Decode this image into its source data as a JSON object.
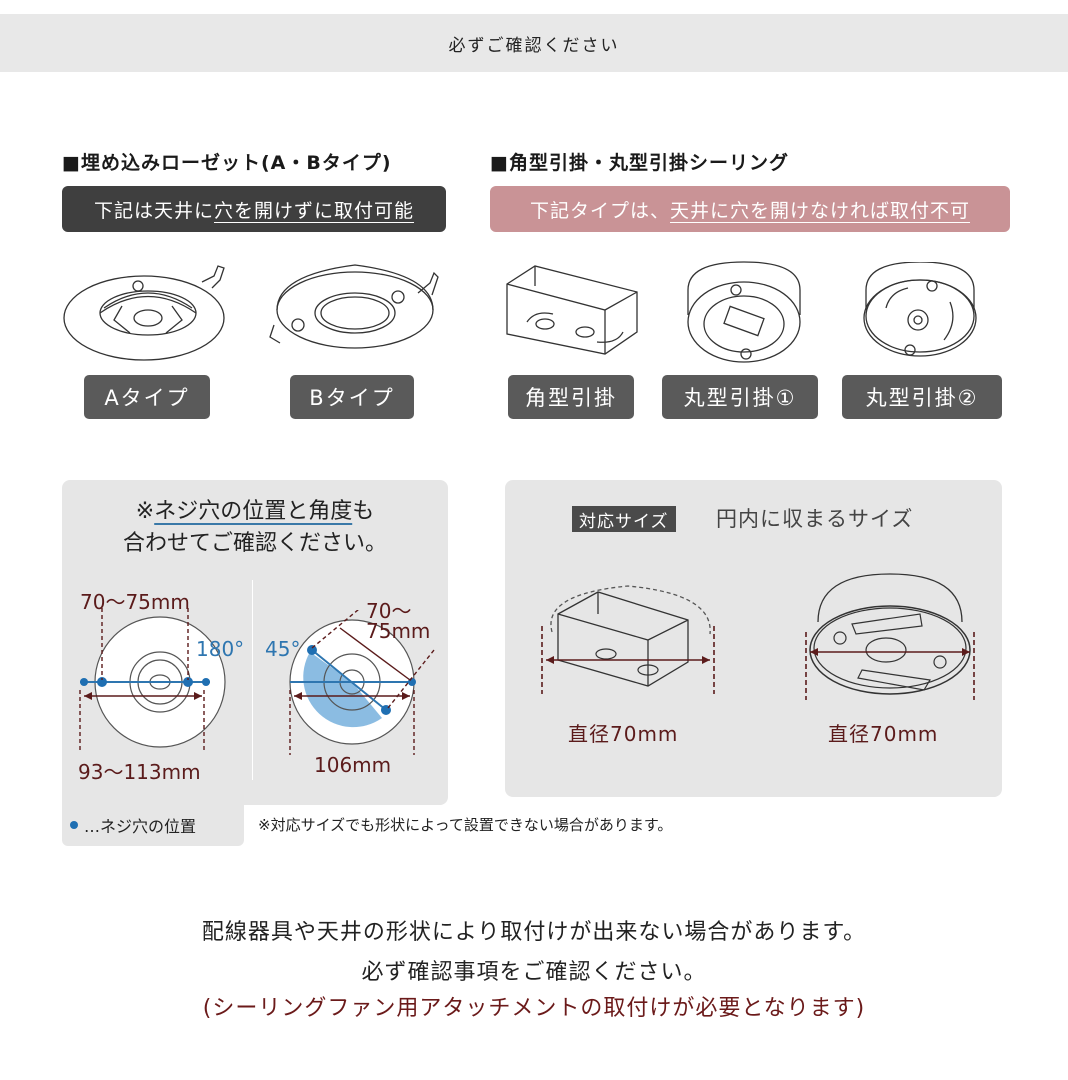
{
  "banner": {
    "title": "必ずご確認ください"
  },
  "left_section": {
    "title": "■埋め込みローゼット(A・Bタイプ)",
    "notice_prefix": "下記は天井に",
    "notice_underlined": "穴を開けずに取付可能",
    "types": [
      {
        "label": "Aタイプ",
        "icon": "embedded-rosette-a-illustration"
      },
      {
        "label": "Bタイプ",
        "icon": "embedded-rosette-b-illustration"
      }
    ]
  },
  "right_section": {
    "title": "■角型引掛・丸型引掛シーリング",
    "notice_prefix": "下記タイプは、",
    "notice_underlined": "天井に穴を開けなければ取付不可",
    "types": [
      {
        "label": "角型引掛",
        "icon": "square-hook-ceiling-illustration"
      },
      {
        "label": "丸型引掛①",
        "icon": "round-hook-ceiling-1-illustration"
      },
      {
        "label": "丸型引掛②",
        "icon": "round-hook-ceiling-2-illustration"
      }
    ]
  },
  "screw_panel": {
    "note_line1_prefix": "※",
    "note_line1_underlined": "ネジ穴の位置と角度",
    "note_line1_suffix": "も",
    "note_line2": "合わせてご確認ください。",
    "diagram_180": {
      "hole_spacing": "70〜75mm",
      "angle": "180°",
      "outer_width": "93〜113mm"
    },
    "diagram_45": {
      "hole_spacing_line1": "70〜",
      "hole_spacing_line2": "75mm",
      "angle": "45°",
      "outer_width": "106mm"
    },
    "legend": "…ネジ穴の位置"
  },
  "size_panel": {
    "tag": "対応サイズ",
    "description": "円内に収まるサイズ",
    "items": [
      {
        "label": "直径70mm",
        "icon": "square-ceiling-in-circle-illustration"
      },
      {
        "label": "直径70mm",
        "icon": "round-ceiling-diameter-illustration"
      }
    ]
  },
  "disclaimer": "※対応サイズでも形状によって設置できない場合があります。",
  "footer": {
    "line1": "配線器具や天井の形状により取付けが出来ない場合があります。",
    "line2": "必ず確認事項をご確認ください。",
    "line3": "(シーリングファン用アタッチメントの取付けが必要となります)"
  },
  "colors": {
    "banner_bg": "#e8e8e8",
    "dark_pill": "#3f3f3f",
    "pink_pill": "#c99396",
    "label_bg": "#5a5a5a",
    "panel_bg": "#e6e6e6",
    "dimension_red": "#5b1b1b",
    "screw_blue": "#2e76b0"
  }
}
